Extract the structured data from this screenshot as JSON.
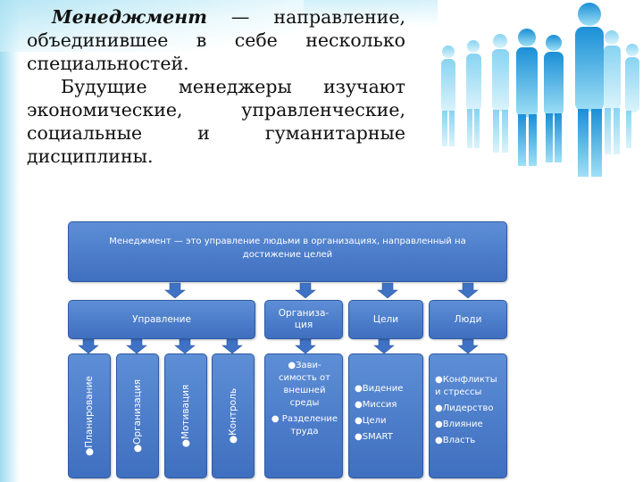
{
  "intro": {
    "term": "Менеджмент",
    "def": " — направление, объединившее в себе несколько специальностей.",
    "para2": "Будущие менеджеры изучают экономические, управленческие, социальные и гуманитарные дисциплины."
  },
  "diagram": {
    "top": "Менеджмент — это управление людьми в организациях, направленный на достижение целей",
    "categories": {
      "management": "Управление",
      "organization": "Организа-ция",
      "goals": "Цели",
      "people": "Люди"
    },
    "functions": [
      "●Планирование",
      "●Организация",
      "●Мотивация",
      "●Контроль"
    ],
    "organization_items": [
      "●Зави-симость от внешней среды",
      "● Разделение труда"
    ],
    "goals_items": [
      "●Видение",
      "●Миссия",
      "●Цели",
      "●SMART"
    ],
    "people_items": [
      "●Конфликты и стрессы",
      "●Лидерство",
      "●Влияние",
      "●Власть"
    ]
  },
  "colors": {
    "box_fill": "#4a7acb",
    "box_border": "#2f5ba3",
    "arrow": "#3f72c4",
    "silhouette": "#2aa3df"
  }
}
